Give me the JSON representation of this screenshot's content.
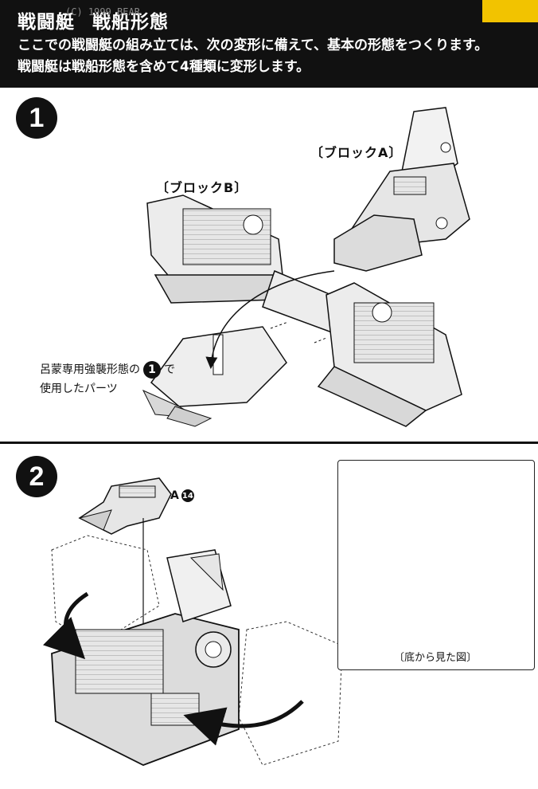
{
  "header": {
    "title_part1": "戦闘艇",
    "title_part2": "戦船形態",
    "watermark": "(C) 1999 BEAR",
    "intro_line1": "ここでの戦闘艇の組み立ては、次の変形に備えて、基本の形態をつくります。",
    "intro_line2": "戦闘艇は戦船形態を含めて4種類に変形します。"
  },
  "step1": {
    "number": "1",
    "block_a_label": "〔ブロックA〕",
    "block_b_label": "〔ブロックB〕",
    "note_line1_before": "呂蒙専用強襲形態の",
    "note_line1_num": "1",
    "note_line1_after": "で",
    "note_line2": "使用したパーツ"
  },
  "step2": {
    "number": "2",
    "part_letter": "A",
    "part_num": "14",
    "inset_caption": "〔底から見た図〕"
  },
  "colors": {
    "ink": "#111111",
    "accent": "#f2c300",
    "part_fill": "#e6e6e6",
    "part_shadow": "#9a9a9a"
  }
}
